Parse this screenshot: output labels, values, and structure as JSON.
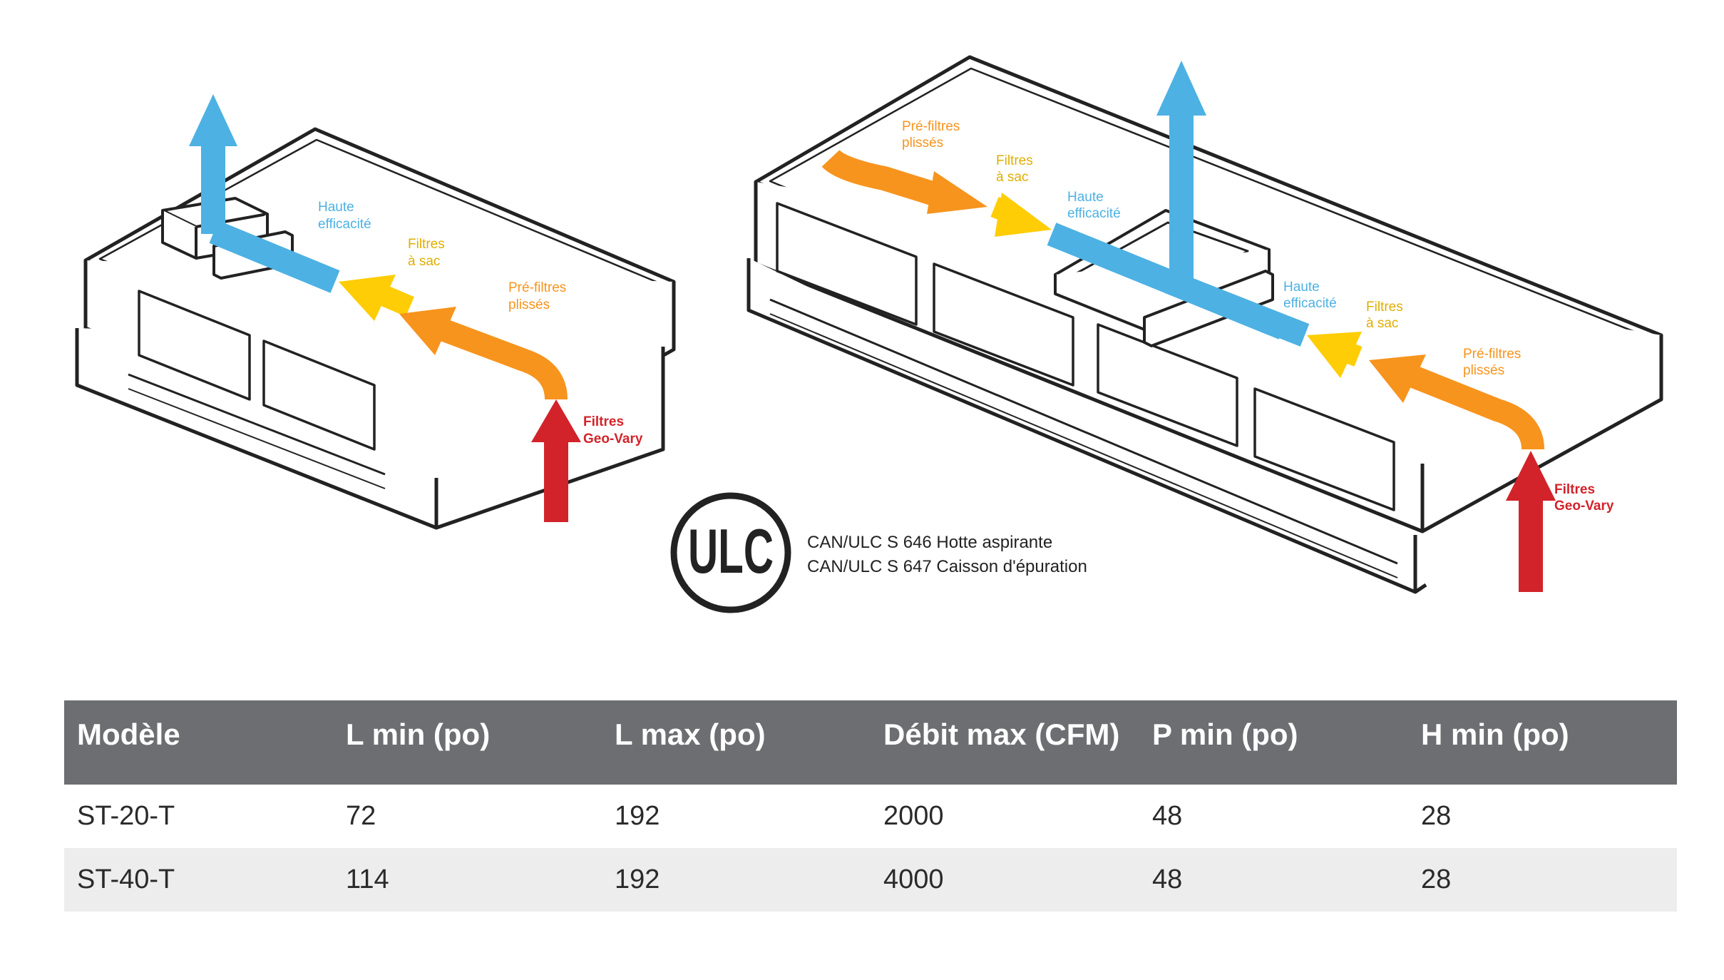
{
  "colors": {
    "blue": "#4db1e3",
    "yellow": "#ffcd05",
    "orange": "#f7941d",
    "red": "#d2232a",
    "outline": "#222222",
    "table_header": "#6d6e71",
    "table_alt_row": "#ededed"
  },
  "left_unit": {
    "labels": {
      "haute_1": "Haute",
      "haute_2": "efficacité",
      "sac_1": "Filtres",
      "sac_2": "à sac",
      "pre_1": "Pré-filtres",
      "pre_2": "plissés",
      "geo_1": "Filtres",
      "geo_2": "Geo-Vary"
    }
  },
  "right_unit": {
    "labels": {
      "pre_top_1": "Pré-filtres",
      "pre_top_2": "plissés",
      "sac_top_1": "Filtres",
      "sac_top_2": "à sac",
      "haute_top_1": "Haute",
      "haute_top_2": "efficacité",
      "haute_1": "Haute",
      "haute_2": "efficacité",
      "sac_1": "Filtres",
      "sac_2": "à sac",
      "pre_1": "Pré-filtres",
      "pre_2": "plissés",
      "geo_1": "Filtres",
      "geo_2": "Geo-Vary"
    }
  },
  "certification": {
    "logo_text": "ULC",
    "line_1": "CAN/ULC S 646 Hotte aspirante",
    "line_2": "CAN/ULC S 647 Caisson d'épuration"
  },
  "table": {
    "headers": [
      "Modèle",
      "L min (po)",
      "L max (po)",
      "Débit max (CFM)",
      "P min (po)",
      "H min (po)"
    ],
    "rows": [
      [
        "ST-20-T",
        "72",
        "192",
        "2000",
        "48",
        "28"
      ],
      [
        "ST-40-T",
        "114",
        "192",
        "4000",
        "48",
        "28"
      ]
    ]
  }
}
